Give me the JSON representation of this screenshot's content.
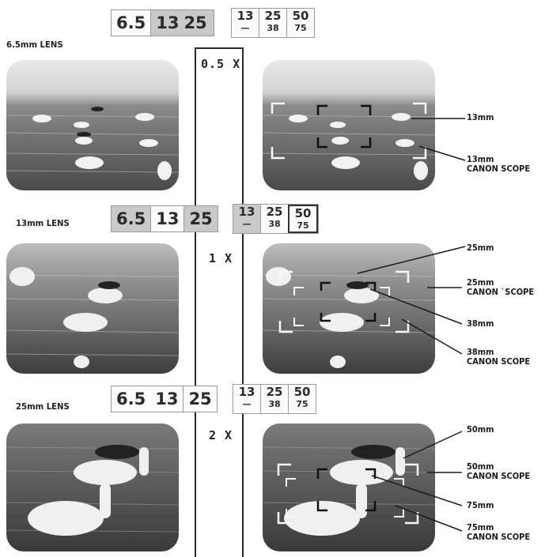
{
  "rows": [
    {
      "lens_label": "6.5mm LENS",
      "magnification": "0.5 X",
      "lens_values": [
        "6.5",
        "13",
        "25"
      ],
      "lens_highlight": [
        1,
        2
      ],
      "scope": {
        "top": [
          "13",
          "25",
          "50"
        ],
        "bottom": [
          "—",
          "38",
          "75"
        ],
        "highlight": [],
        "dark": []
      },
      "callouts": [
        "13mm",
        "13mm\nCANON SCOPE"
      ]
    },
    {
      "lens_label": "13mm LENS",
      "magnification": "1 X",
      "lens_values": [
        "6.5",
        "13",
        "25"
      ],
      "lens_highlight": [
        0,
        2
      ],
      "scope": {
        "top": [
          "13",
          "25",
          "50"
        ],
        "bottom": [
          "—",
          "38",
          "75"
        ],
        "highlight": [
          0
        ],
        "dark": [
          2
        ]
      },
      "callouts": [
        "25mm",
        "25mm\nCANON `SCOPE",
        "38mm",
        "38mm\nCANON SCOPE"
      ]
    },
    {
      "lens_label": "25mm LENS",
      "magnification": "2 X",
      "lens_values": [
        "6.5",
        "13",
        "25"
      ],
      "lens_highlight": [],
      "scope": {
        "top": [
          "13",
          "25",
          "50"
        ],
        "bottom": [
          "—",
          "38",
          "75"
        ],
        "highlight": [],
        "dark": []
      },
      "callouts": [
        "50mm",
        "50mm\nCANON SCOPE",
        "75mm",
        "75mm\nCANON SCOPE"
      ]
    }
  ]
}
